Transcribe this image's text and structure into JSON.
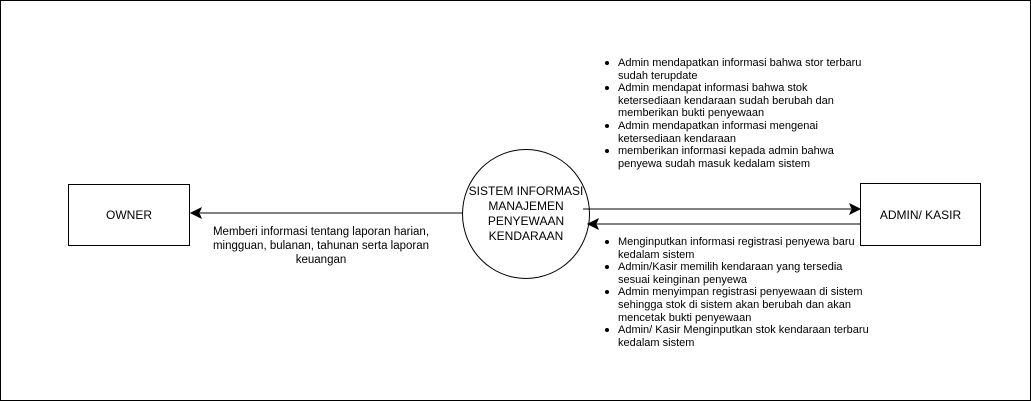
{
  "entities": {
    "owner": "OWNER",
    "admin": "ADMIN/ KASIR"
  },
  "process": {
    "label": "SISTEM INFORMASI MANAJEMEN PENYEWAAN KENDARAAN"
  },
  "flows": {
    "to_owner": "Memberi informasi tentang laporan harian, mingguan, bulanan, tahunan serta laporan keuangan",
    "to_admin": [
      "Admin mendapatkan informasi bahwa stor terbaru sudah terupdate",
      "Admin mendapat informasi bahwa stok ketersediaan kendaraan sudah berubah dan memberikan bukti penyewaan",
      "Admin mendapatkan informasi mengenai ketersediaan kendaraan",
      "memberikan informasi kepada admin bahwa penyewa sudah masuk kedalam sistem"
    ],
    "from_admin": [
      "Menginputkan informasi registrasi penyewa baru kedalam sistem",
      "Admin/Kasir memilih kendaraan yang tersedia sesuai keinginan penyewa",
      "Admin menyimpan registrasi penyewaan di sistem sehingga stok di sistem akan berubah dan akan mencetak bukti penyewaan",
      "Admin/ Kasir Menginputkan stok kendaraan terbaru kedalam sistem"
    ]
  }
}
